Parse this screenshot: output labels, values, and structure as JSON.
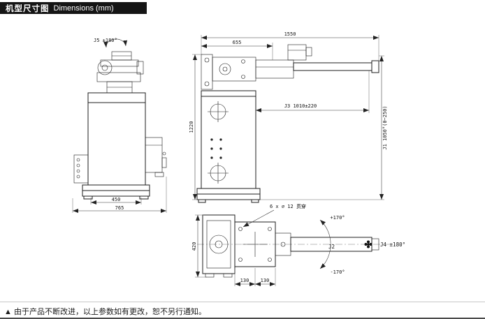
{
  "header": {
    "title_cn": "机型尺寸图",
    "title_en": "Dimensions (mm)"
  },
  "drawing": {
    "front_view": {
      "j5": "J5 ±180°",
      "width_inner": "450",
      "width_overall": "765"
    },
    "side_view": {
      "overall_length": "1550",
      "upper_length": "655",
      "height": "1220",
      "j3": "J3 1010±220",
      "j1": "J1 1050°(0~250)"
    },
    "top_view": {
      "depth": "420",
      "holes_note": "6 x ∅ 12 贯穿",
      "rot_plus": "+170°",
      "rot_minus": "-170°",
      "j2": "J2",
      "j4": "J4 ±180°",
      "pitch_left": "130",
      "pitch_right": "130"
    }
  },
  "footer": {
    "note": "▲ 由于产品不断改进，以上参数如有更改，恕不另行通知。"
  }
}
